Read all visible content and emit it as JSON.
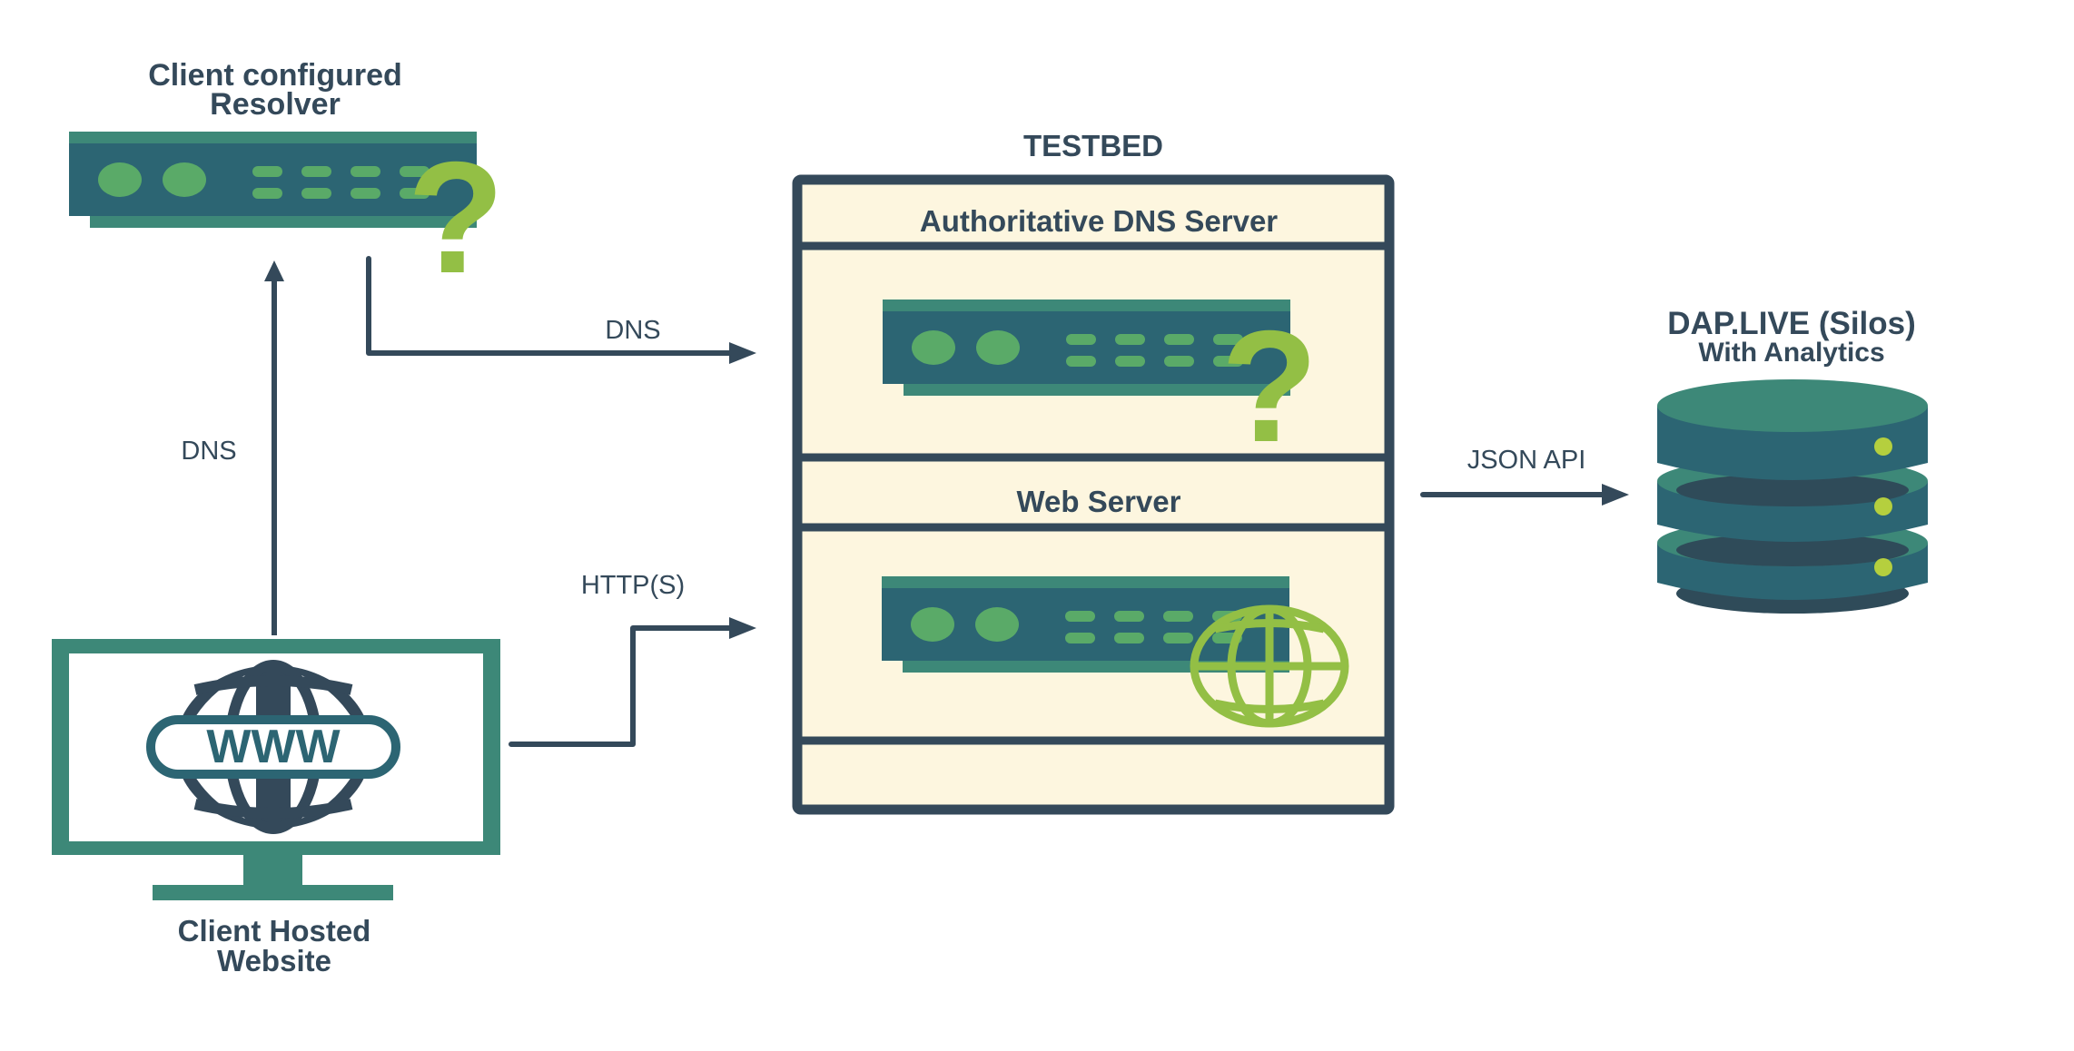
{
  "diagram": {
    "colors": {
      "ink": "#34495a",
      "teal_light": "#3d8878",
      "teal_dark": "#2c6573",
      "led_green": "#5aaa68",
      "accent_lime": "#93bf45",
      "testbed_fill": "#fdf6df",
      "db_shadow": "#2f4b59",
      "db_dot": "#b5cf3e"
    },
    "resolver": {
      "title_line1": "Client configured",
      "title_line2": "Resolver",
      "badge_icon": "question-mark-icon",
      "badge_glyph": "?"
    },
    "testbed": {
      "title": "TESTBED",
      "sections": [
        {
          "label": "Authoritative DNS Server",
          "badge_icon": "question-mark-icon",
          "badge_glyph": "?"
        },
        {
          "label": "Web Server",
          "badge_icon": "globe-icon"
        },
        {
          "label": ""
        }
      ]
    },
    "client_site": {
      "title_line1": "Client Hosted",
      "title_line2": "Website",
      "screen_icon": "www-globe-icon",
      "screen_text": "WWW"
    },
    "datastore": {
      "title_line1": "DAP.LIVE (Silos)",
      "title_line2": "With Analytics",
      "icon": "database-icon",
      "disks": 3
    },
    "connections": [
      {
        "id": "website-to-resolver",
        "label": "DNS",
        "from": "Client Hosted Website",
        "to": "Client configured Resolver"
      },
      {
        "id": "resolver-to-authoritative",
        "label": "DNS",
        "from": "Client configured Resolver",
        "to": "Authoritative DNS Server"
      },
      {
        "id": "website-to-webserver",
        "label": "HTTP(S)",
        "from": "Client Hosted Website",
        "to": "Web Server"
      },
      {
        "id": "testbed-to-datastore",
        "label": "JSON API",
        "from": "TESTBED",
        "to": "DAP.LIVE (Silos)"
      }
    ]
  }
}
